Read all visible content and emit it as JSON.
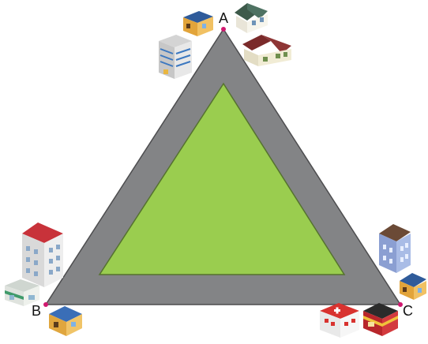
{
  "vertices": {
    "a": {
      "label": "A"
    },
    "b": {
      "label": "B"
    },
    "c": {
      "label": "C"
    }
  },
  "colors": {
    "road": "#838486",
    "road_edge": "#4d4d4f",
    "park": "#9acd4f",
    "park_edge": "#55722f",
    "vertex_dot": "#d0186f"
  },
  "icons": {
    "near_a": [
      "house-icon",
      "house-icon",
      "house-icon",
      "office-building-icon"
    ],
    "near_b": [
      "apartment-building-icon",
      "shop-icon",
      "house-icon"
    ],
    "near_c": [
      "apartment-building-icon",
      "house-icon",
      "hospital-icon",
      "shop-icon"
    ]
  }
}
